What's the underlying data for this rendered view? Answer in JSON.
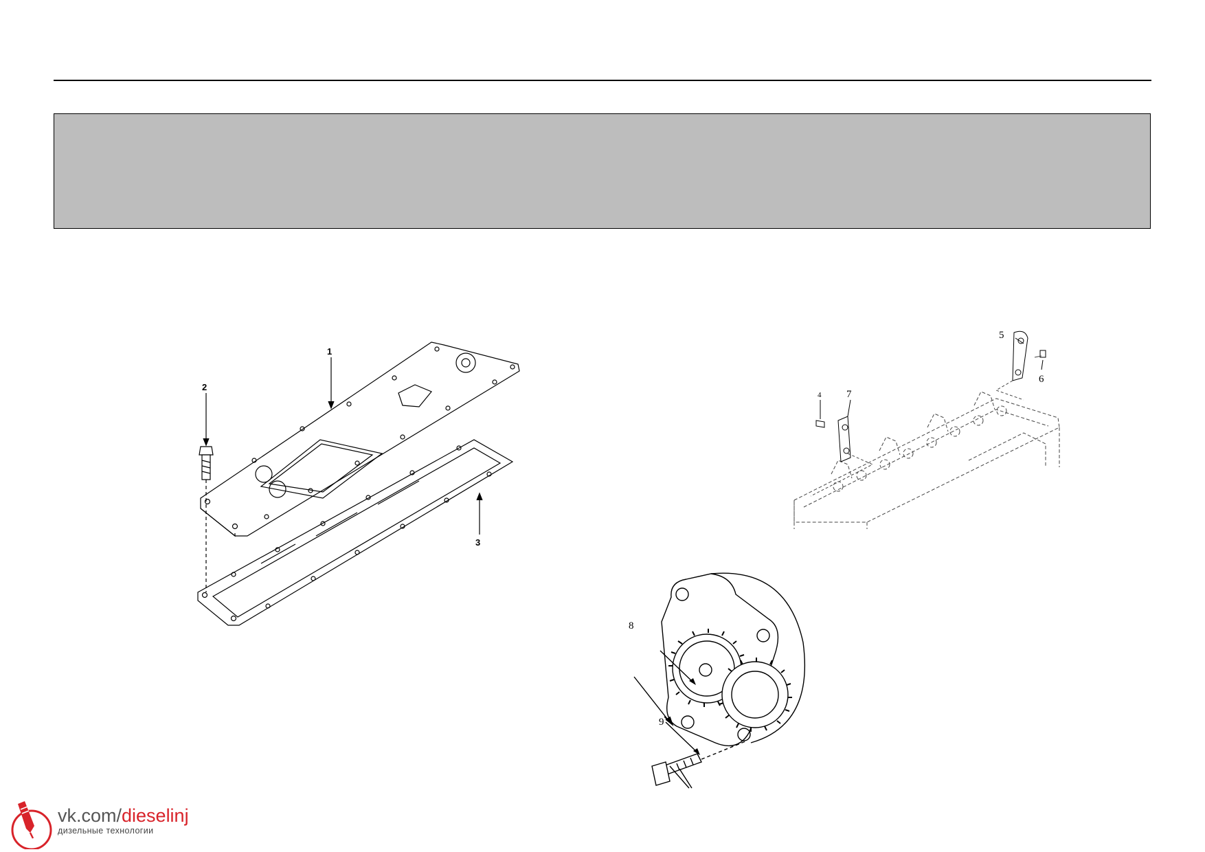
{
  "figures": {
    "cover_plate": {
      "callouts": [
        "1",
        "2",
        "3"
      ]
    },
    "bracket_assembly": {
      "callouts": [
        "4",
        "5",
        "6",
        "7"
      ]
    },
    "oil_pump": {
      "callouts": [
        "8",
        "9"
      ]
    }
  },
  "watermark": {
    "site_prefix": "vk.com/",
    "site_accent": "dieselinj",
    "tagline": "дизельные технологии"
  },
  "colors": {
    "header_band": "#bdbdbd",
    "watermark_red": "#d8232a",
    "watermark_gray": "#555555"
  }
}
